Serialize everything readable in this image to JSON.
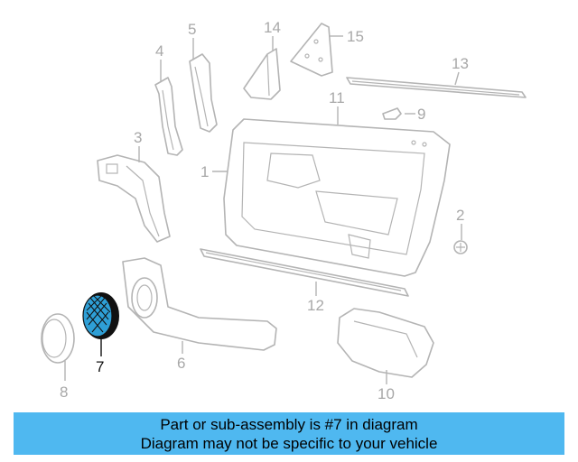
{
  "diagram": {
    "callouts": [
      "1",
      "2",
      "3",
      "4",
      "5",
      "6",
      "7",
      "8",
      "9",
      "10",
      "11",
      "12",
      "13",
      "14",
      "15"
    ],
    "highlighted_callout": "7",
    "highlight_color": "#2e9fd6",
    "line_color": "#b4b4b4"
  },
  "banner": {
    "line1": "Part or sub-assembly is #7 in diagram",
    "line2": "Diagram may not be specific to your vehicle",
    "background": "#4fb8f0"
  }
}
